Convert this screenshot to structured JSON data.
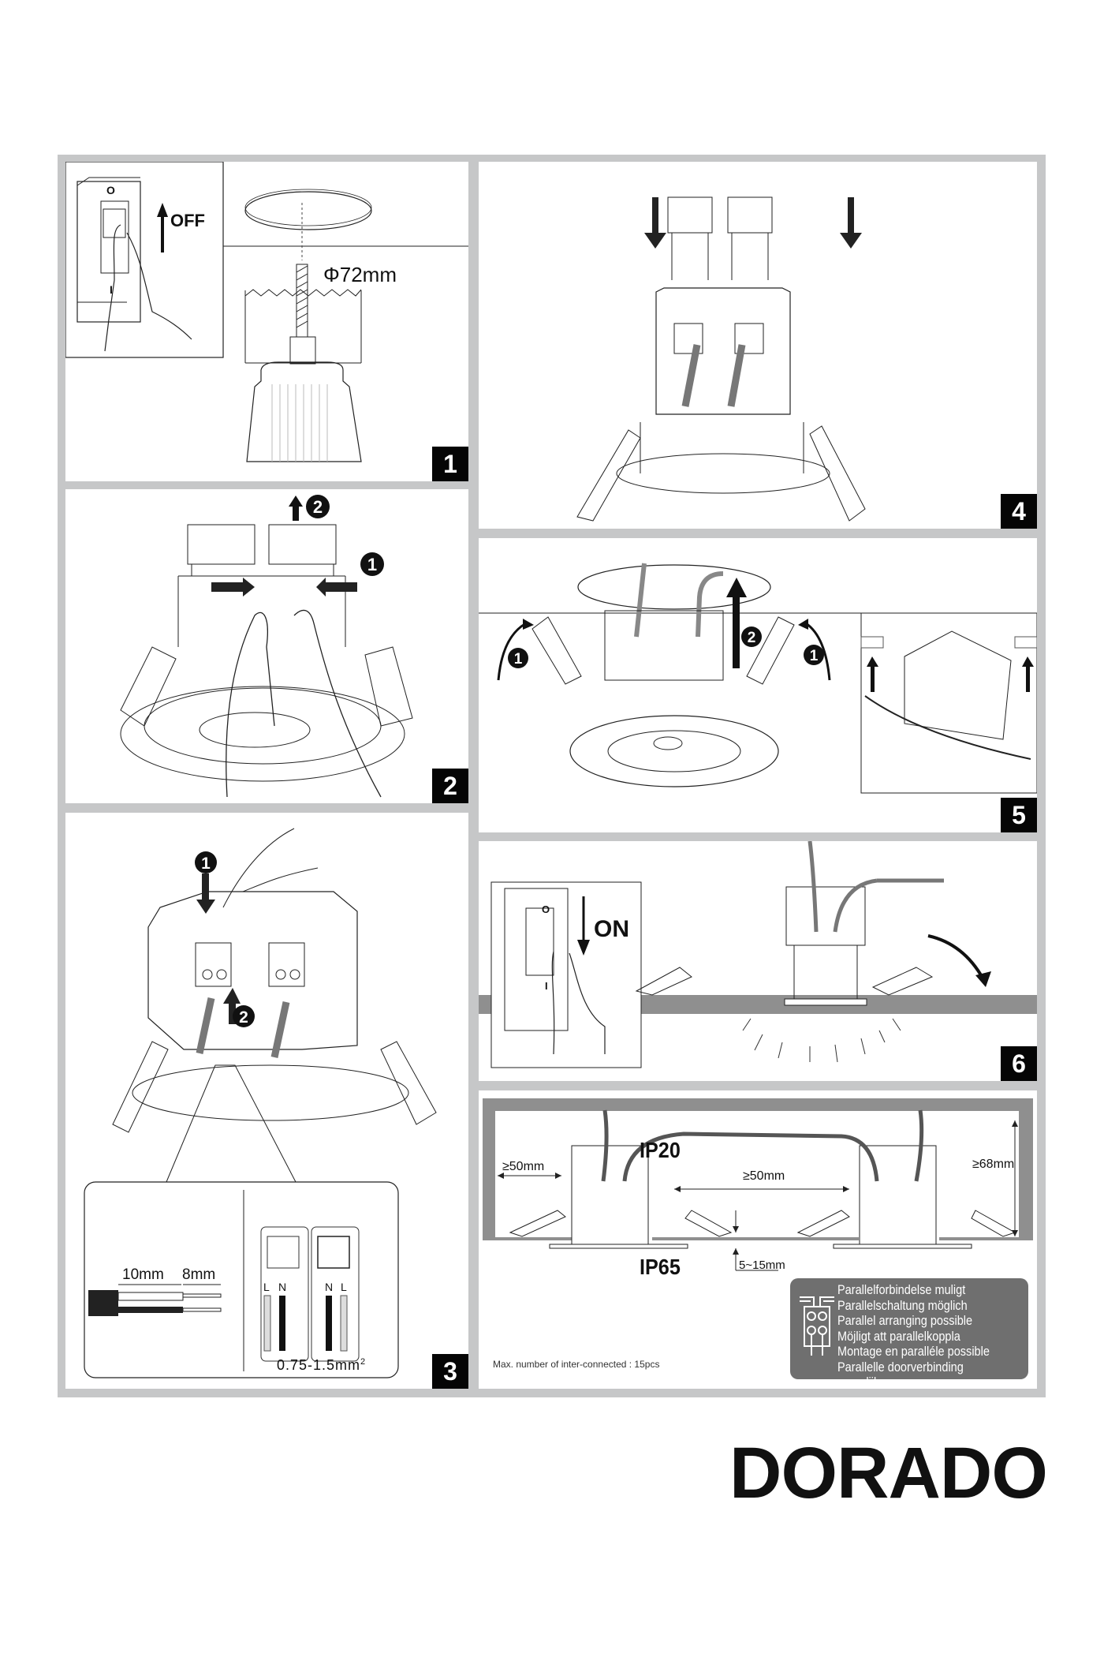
{
  "document": {
    "product_name": "DORADO",
    "frame_color": "#c6c7c8",
    "badge_color": "#050505"
  },
  "steps": [
    {
      "number": "1",
      "labels": {
        "switch_off": "OFF",
        "switch_top": "O",
        "switch_bottom": "I",
        "hole_diameter": "Φ72mm"
      }
    },
    {
      "number": "2",
      "callouts": [
        "1",
        "2"
      ]
    },
    {
      "number": "3",
      "callouts": [
        "1",
        "2"
      ],
      "detail": {
        "strip_outer": "10mm",
        "strip_inner": "8mm",
        "terminal_left": [
          "L",
          "N"
        ],
        "terminal_right": [
          "N",
          "L"
        ],
        "wire_gauge": "0.75-1.5mm",
        "wire_gauge_sup": "2"
      }
    },
    {
      "number": "4"
    },
    {
      "number": "5",
      "callouts": [
        "1",
        "2",
        "1"
      ]
    },
    {
      "number": "6",
      "labels": {
        "switch_on": "ON",
        "switch_top": "O",
        "switch_bottom": "I"
      }
    }
  ],
  "installation": {
    "ip_top": "IP20",
    "ip_bottom": "IP65",
    "clearance_side": "≥50mm",
    "clearance_between": "≥50mm",
    "clearance_height": "≥68mm",
    "ceiling_thickness": "5~15mm",
    "max_interconnected": "Max. number of inter-connected : 15pcs",
    "parallel_text": [
      "Parallelforbindelse muligt",
      "Parallelschaltung möglich",
      "Parallel arranging possible",
      "Möjligt att parallelkoppla",
      "Montage en paralléle possible",
      "Parallelle doorverbinding mogelijk"
    ]
  }
}
